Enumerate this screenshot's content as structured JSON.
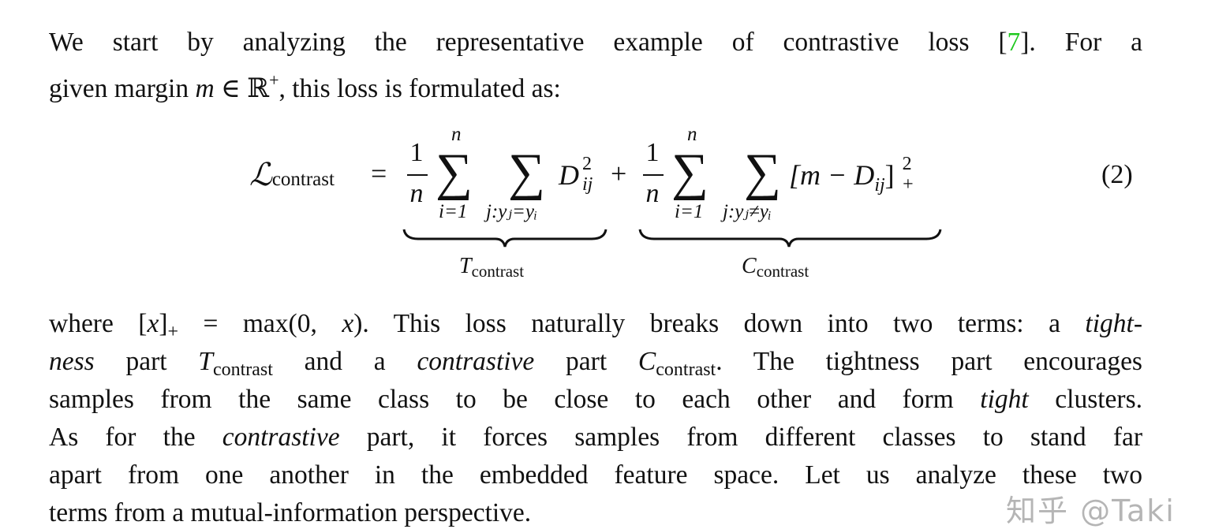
{
  "paragraph1": {
    "line1": {
      "a": "We start by analyzing the representative example of contrastive loss [",
      "cite": "7",
      "b": "]. For a"
    },
    "line2": {
      "a": "given margin ",
      "m": "m",
      "b": " ∈ ℝ",
      "plus": "+",
      "c": ", this loss is formulated as:"
    }
  },
  "equation": {
    "lhs": "ℒ",
    "lhs_sub": "contrast",
    "equals": "=",
    "frac_num": "1",
    "frac_den": "n",
    "sum": "∑",
    "sum_upper": "n",
    "sum_lower_i": "i=1",
    "sum_lower_same": "j:yⱼ=yᵢ",
    "sum_lower_diff": "j:yⱼ≠yᵢ",
    "term1": "D",
    "term1_sup": "2",
    "term1_sub": "ij",
    "plus": "+",
    "term2": "[m − D",
    "term2_sub_ij": "ij",
    "term2_close": "]",
    "term2_sup": "2",
    "term2_sub": "+",
    "brace1_label": "T",
    "brace1_label_sub": "contrast",
    "brace2_label": "C",
    "brace2_label_sub": "contrast",
    "number": "(2)"
  },
  "paragraph2": {
    "line1": {
      "a": "where [",
      "x1": "x",
      "b": "]",
      "plus": "+",
      "c": " = max(0, ",
      "x2": "x",
      "d": "). This loss naturally breaks down into two terms: a ",
      "e": "tight-"
    },
    "line2": {
      "a": "ness",
      "b": " part ",
      "T": "T",
      "Tsub": "contrast",
      "c": " and a ",
      "d": "contrastive",
      "e": " part ",
      "C": "C",
      "Csub": "contrast",
      "f": ". The tightness part encourages"
    },
    "line3": {
      "a": "samples from the same class to be close to each other and form ",
      "b": "tight",
      "c": " clusters."
    },
    "line4": {
      "a": "As for the ",
      "b": "contrastive",
      "c": " part, it forces samples from different classes to stand far"
    },
    "line5": {
      "a": "apart from one another in the embedded feature space. Let us analyze these two"
    },
    "line6": {
      "a": "terms from a mutual-information perspective."
    }
  },
  "watermark": "知乎 @Taki",
  "colors": {
    "citation": "#1fc81f",
    "text": "#111111"
  }
}
